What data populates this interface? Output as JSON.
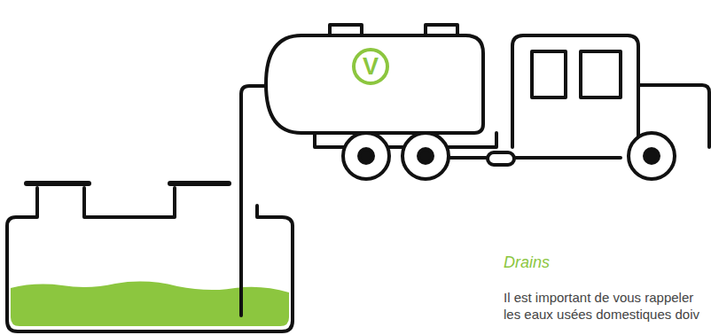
{
  "diagram": {
    "nodes": [
      {
        "text": [
          "V"
        ]
      }
    ],
    "labels": [
      "Drains",
      "Il est important de vous rappeler les eaux usées domestiques doiv"
    ]
  }
}
